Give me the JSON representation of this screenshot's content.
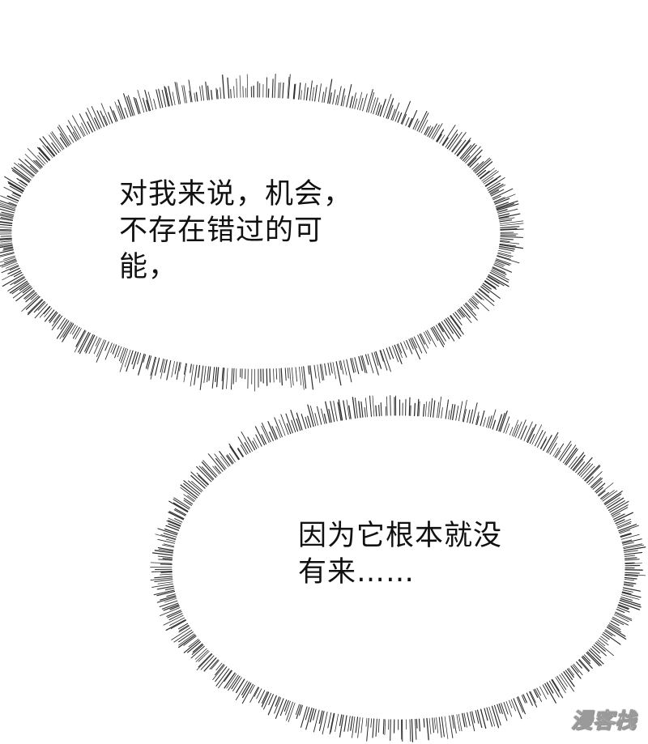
{
  "panel": {
    "bubble_1": {
      "lines": [
        "对我来说，机会，",
        "不存在错过的可",
        "能，"
      ]
    },
    "bubble_2": {
      "lines": [
        "因为它根本就没",
        "有来……"
      ]
    }
  },
  "watermark": {
    "text": "漫客栈"
  },
  "colors": {
    "background": "#ffffff",
    "ink": "#111111",
    "burst_lines": "#2a2a2a"
  }
}
